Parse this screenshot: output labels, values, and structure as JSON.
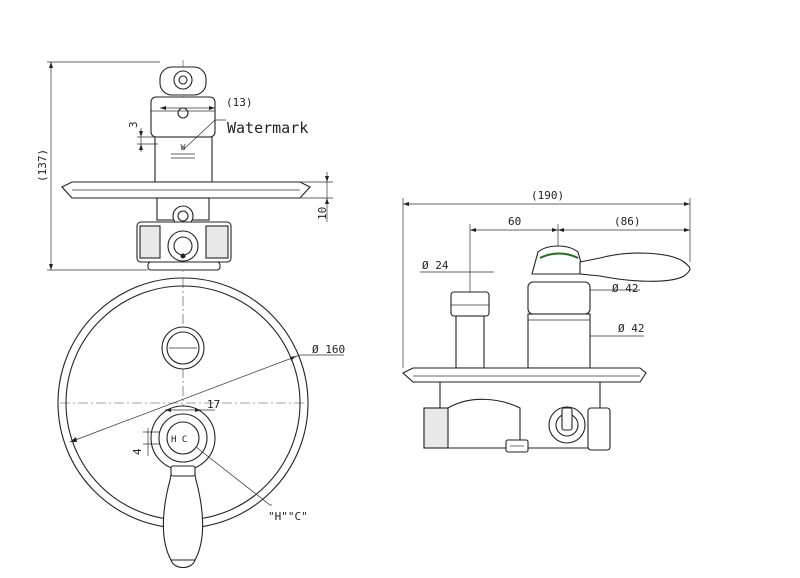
{
  "labels": {
    "dim_13": "(13)",
    "dim_3": "3",
    "watermark": "Watermark",
    "dim_137": "(137)",
    "dim_10": "10",
    "dim_160": "Ø 160",
    "dim_17": "17",
    "dim_4": "4",
    "hc_label": "\"H\"\"C\"",
    "handle_hc": "H  C",
    "dim_190": "(190)",
    "dim_60": "60",
    "dim_86": "(86)",
    "dim_24": "Ø 24",
    "dim_42a": "Ø 42",
    "dim_42b": "Ø 42"
  }
}
